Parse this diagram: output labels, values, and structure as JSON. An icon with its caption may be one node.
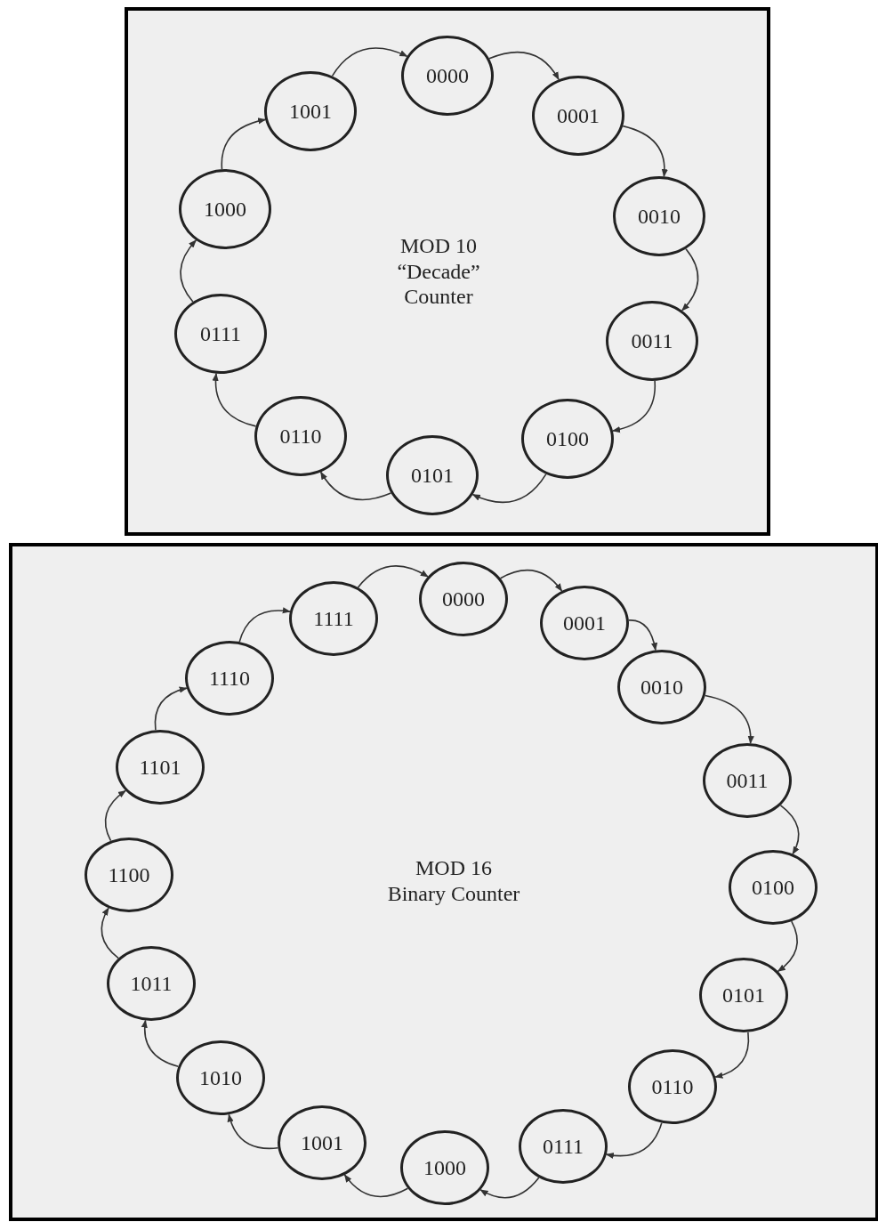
{
  "diagram": {
    "nodes": [
      {
        "text": [
          "MOD 10 “Decade” Counter"
        ]
      },
      {
        "text": [
          "0000"
        ],
        "in": 0
      },
      {
        "text": [
          "0001"
        ],
        "in": 0
      },
      {
        "text": [
          "0010"
        ],
        "in": 0
      },
      {
        "text": [
          "0011"
        ],
        "in": 0
      },
      {
        "text": [
          "0100"
        ],
        "in": 0
      },
      {
        "text": [
          "0101"
        ],
        "in": 0
      },
      {
        "text": [
          "0110"
        ],
        "in": 0
      },
      {
        "text": [
          "0111"
        ],
        "in": 0
      },
      {
        "text": [
          "1000"
        ],
        "in": 0
      },
      {
        "text": [
          "1001"
        ],
        "in": 0
      },
      {
        "text": [
          "MOD 16 Binary Counter"
        ]
      },
      {
        "text": [
          "0000"
        ],
        "in": 11
      },
      {
        "text": [
          "0001"
        ],
        "in": 11
      },
      {
        "text": [
          "0010"
        ],
        "in": 11
      },
      {
        "text": [
          "0011"
        ],
        "in": 11
      },
      {
        "text": [
          "0100"
        ],
        "in": 11
      },
      {
        "text": [
          "0101"
        ],
        "in": 11
      },
      {
        "text": [
          "0110"
        ],
        "in": 11
      },
      {
        "text": [
          "0111"
        ],
        "in": 11
      },
      {
        "text": [
          "1000"
        ],
        "in": 11
      },
      {
        "text": [
          "1001"
        ],
        "in": 11
      },
      {
        "text": [
          "1010"
        ],
        "in": 11
      },
      {
        "text": [
          "1011"
        ],
        "in": 11
      },
      {
        "text": [
          "1100"
        ],
        "in": 11
      },
      {
        "text": [
          "1101"
        ],
        "in": 11
      },
      {
        "text": [
          "1110"
        ],
        "in": 11
      },
      {
        "text": [
          "1111"
        ],
        "in": 11
      }
    ],
    "edges": [
      {
        "from": 1,
        "to": 2,
        "arrow": "to"
      },
      {
        "from": 2,
        "to": 3,
        "arrow": "to"
      },
      {
        "from": 3,
        "to": 4,
        "arrow": "to"
      },
      {
        "from": 4,
        "to": 5,
        "arrow": "to"
      },
      {
        "from": 5,
        "to": 6,
        "arrow": "to"
      },
      {
        "from": 6,
        "to": 7,
        "arrow": "to"
      },
      {
        "from": 7,
        "to": 8,
        "arrow": "to"
      },
      {
        "from": 8,
        "to": 9,
        "arrow": "to"
      },
      {
        "from": 9,
        "to": 10,
        "arrow": "to"
      },
      {
        "from": 10,
        "to": 1,
        "arrow": "to"
      },
      {
        "from": 12,
        "to": 13,
        "arrow": "to"
      },
      {
        "from": 13,
        "to": 14,
        "arrow": "to"
      },
      {
        "from": 14,
        "to": 15,
        "arrow": "to"
      },
      {
        "from": 15,
        "to": 16,
        "arrow": "to"
      },
      {
        "from": 16,
        "to": 17,
        "arrow": "to"
      },
      {
        "from": 17,
        "to": 18,
        "arrow": "to"
      },
      {
        "from": 18,
        "to": 19,
        "arrow": "to"
      },
      {
        "from": 19,
        "to": 20,
        "arrow": "to"
      },
      {
        "from": 20,
        "to": 21,
        "arrow": "to"
      },
      {
        "from": 21,
        "to": 22,
        "arrow": "to"
      },
      {
        "from": 22,
        "to": 23,
        "arrow": "to"
      },
      {
        "from": 23,
        "to": 24,
        "arrow": "to"
      },
      {
        "from": 24,
        "to": 25,
        "arrow": "to"
      },
      {
        "from": 25,
        "to": 26,
        "arrow": "to"
      },
      {
        "from": 26,
        "to": 27,
        "arrow": "to"
      },
      {
        "from": 27,
        "to": 12,
        "arrow": "to"
      }
    ]
  }
}
